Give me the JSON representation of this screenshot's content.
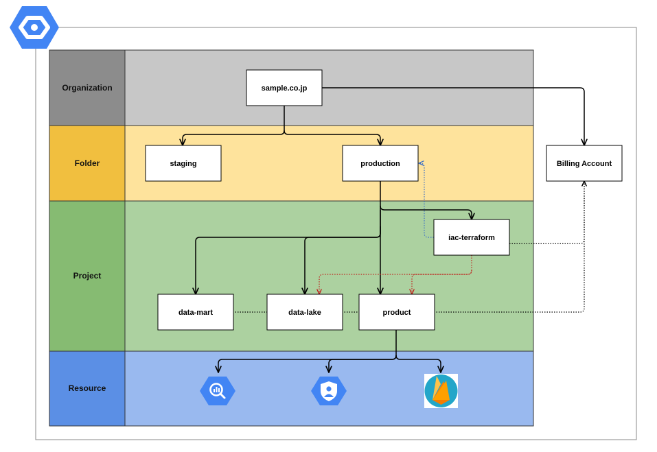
{
  "lanes": [
    {
      "id": "organization",
      "label": "Organization",
      "color": "#c7c7c7",
      "header_color": "#8c8c8c"
    },
    {
      "id": "folder",
      "label": "Folder",
      "color": "#fee39c",
      "header_color": "#f1bf3f"
    },
    {
      "id": "project",
      "label": "Project",
      "color": "#acd1a0",
      "header_color": "#86bb72"
    },
    {
      "id": "resource",
      "label": "Resource",
      "color": "#99b9ef",
      "header_color": "#5b8fe5"
    }
  ],
  "nodes": {
    "org": {
      "label": "sample.co.jp"
    },
    "staging": {
      "label": "staging"
    },
    "production": {
      "label": "production"
    },
    "billing": {
      "label": "Billing Account"
    },
    "iac": {
      "label": "iac-terraform"
    },
    "mart": {
      "label": "data-mart"
    },
    "lake": {
      "label": "data-lake"
    },
    "product": {
      "label": "product"
    }
  },
  "icons": [
    {
      "name": "google-cloud-logo-icon"
    },
    {
      "name": "bigquery-icon",
      "color": "#4285f4"
    },
    {
      "name": "identity-platform-icon",
      "color": "#4285f4"
    },
    {
      "name": "firebase-icon",
      "color": "#22a6c9"
    }
  ],
  "colors": {
    "line_black": "#000000",
    "line_red": "#c0201b",
    "line_blue": "#3b6fc6",
    "outer_border": "#8a8a8a"
  }
}
